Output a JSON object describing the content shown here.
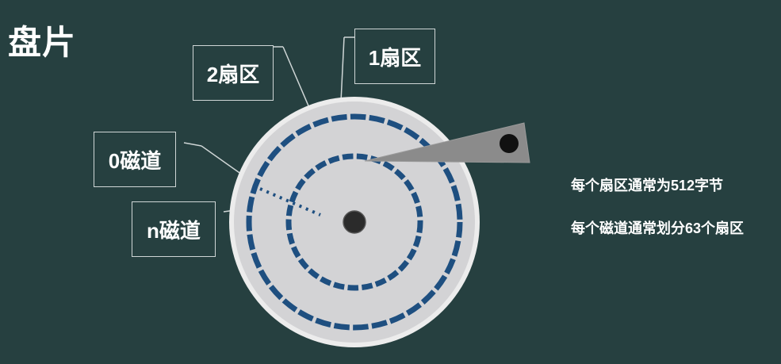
{
  "title": "盘片",
  "labels": {
    "sector_1": "1扇区",
    "sector_2": "2扇区",
    "track_0": "0磁道",
    "track_n": "n磁道"
  },
  "notes": {
    "sector_size": "每个扇区通常为512字节",
    "track_sectors": "每个磁道通常划分63个扇区"
  },
  "colors": {
    "background": "#264040",
    "platter": "#d4d4d6",
    "platter_edge": "#ededed",
    "sector": "#1e4f80",
    "head_arm": "#8c8c8c",
    "spindle": "#2b2b2b"
  },
  "icons": [
    "spindle-icon",
    "read-write-head-icon"
  ]
}
